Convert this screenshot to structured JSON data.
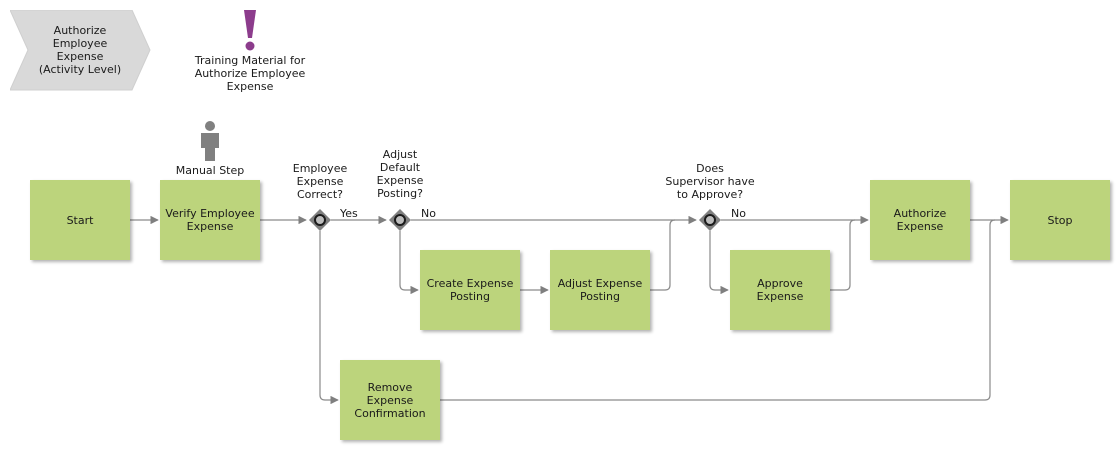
{
  "header": {
    "text": "Authorize\nEmployee\nExpense\n(Activity Level)"
  },
  "training_note": {
    "icon": "exclamation-icon",
    "text": "Training Material for\nAuthorize Employee\nExpense",
    "icon_color": "#8c3c8c"
  },
  "manual_step": {
    "icon": "person-icon",
    "text": "Manual Step",
    "icon_color": "#808080"
  },
  "tasks": {
    "start": "Start",
    "verify": "Verify Employee\nExpense",
    "create": "Create Expense\nPosting",
    "adjust": "Adjust Expense\nPosting",
    "approve": "Approve\nExpense",
    "authorize": "Authorize\nExpense",
    "stop": "Stop",
    "remove": "Remove\nExpense\nConfirmation"
  },
  "gateways": {
    "g1": "Employee\nExpense\nCorrect?",
    "g2": "Adjust\nDefault\nExpense\nPosting?",
    "g3": "Does\nSupervisor have\nto Approve?"
  },
  "edge_labels": {
    "yes": "Yes",
    "no1": "No",
    "no2": "No"
  },
  "colors": {
    "task": "#bcd47c",
    "gateway": "#808080",
    "connector": "#808080",
    "header": "#d9d9d9"
  }
}
